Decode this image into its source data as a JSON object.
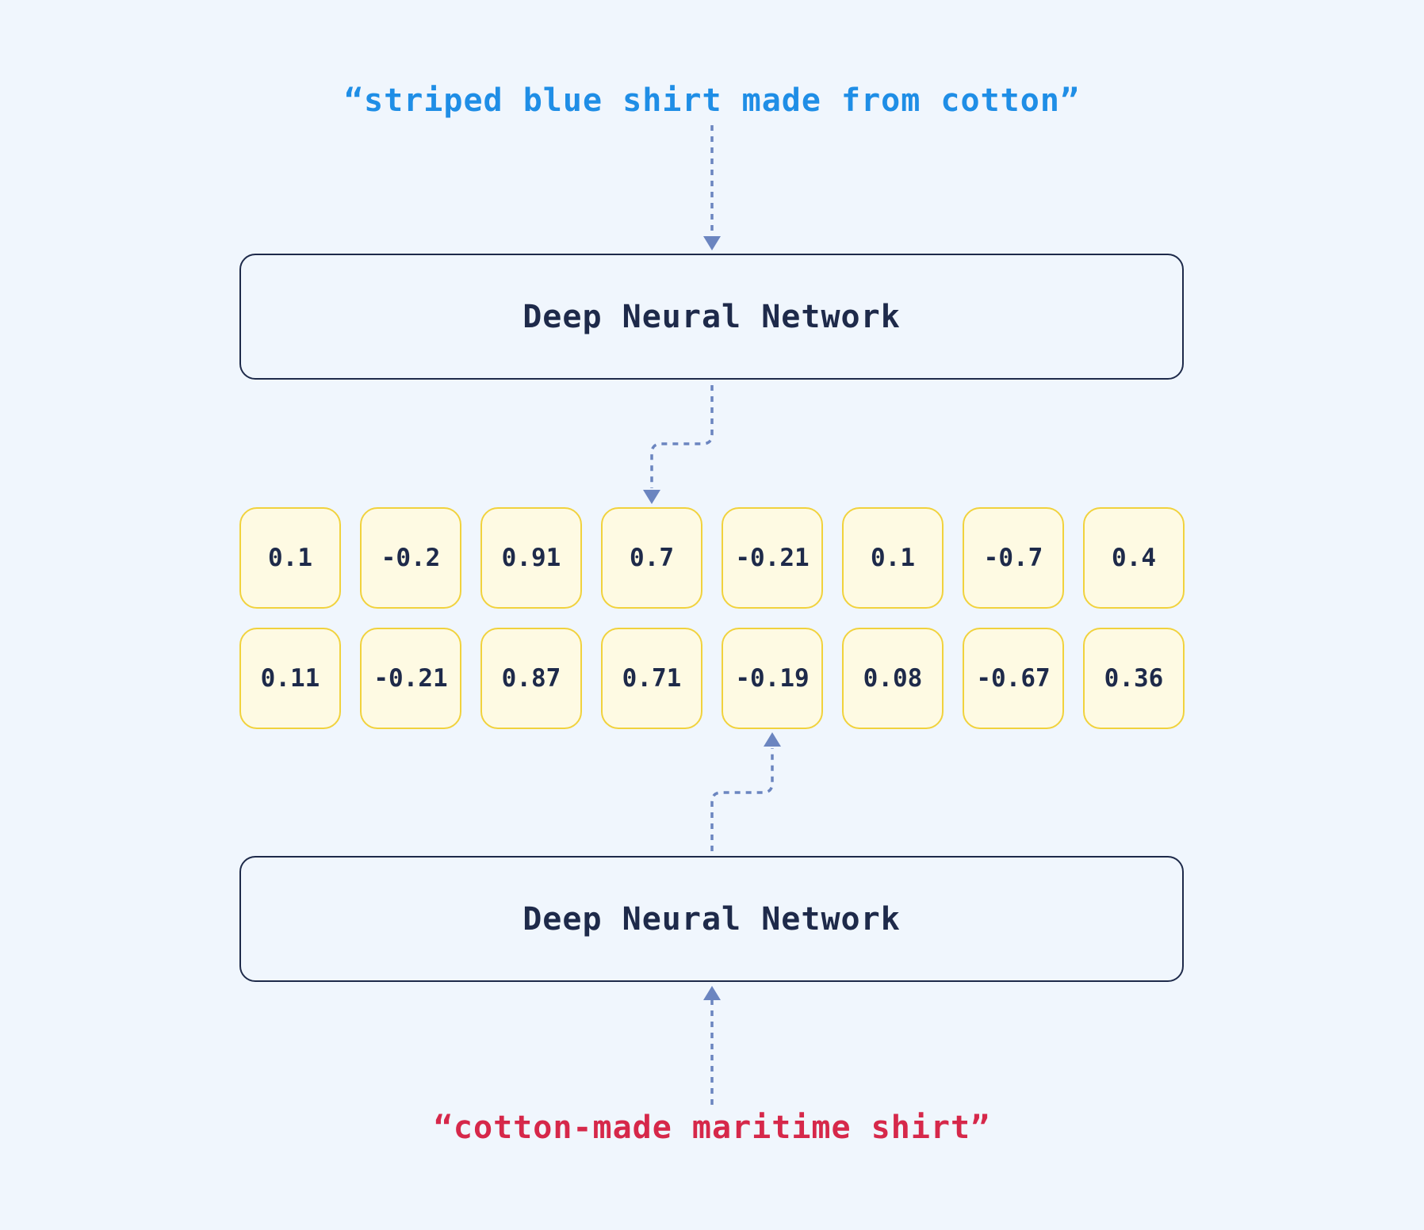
{
  "colors": {
    "background": "#f0f6fd",
    "query_top": "#1f8ee6",
    "query_bottom": "#d6284a",
    "box_border": "#1e2a4a",
    "text_dark": "#1e2a4a",
    "cell_fill": "#fefae3",
    "cell_border": "#f1d23d",
    "arrow": "#6b85c0"
  },
  "query_top": "“striped blue shirt made from cotton”",
  "query_bottom": "“cotton-made maritime shirt”",
  "network_top": {
    "label": "Deep Neural Network"
  },
  "network_bottom": {
    "label": "Deep Neural Network"
  },
  "embedding_top": [
    "0.1",
    "-0.2",
    "0.91",
    "0.7",
    "-0.21",
    "0.1",
    "-0.7",
    "0.4"
  ],
  "embedding_bottom": [
    "0.11",
    "-0.21",
    "0.87",
    "0.71",
    "-0.19",
    "0.08",
    "-0.67",
    "0.36"
  ]
}
